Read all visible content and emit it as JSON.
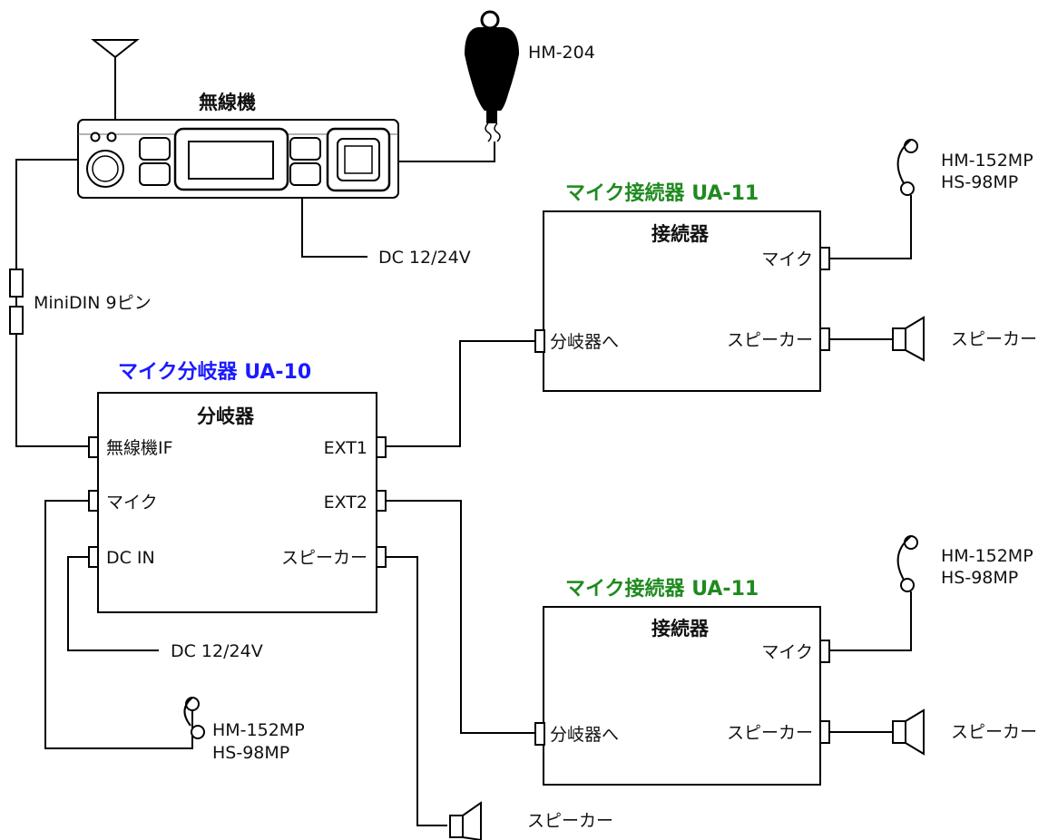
{
  "radio": {
    "title": "無線機",
    "mic_model": "HM-204",
    "power": "DC 12/24V",
    "cable": "MiniDIN 9ピン"
  },
  "splitter": {
    "title": "マイク分岐器 UA-10",
    "title_color": "#1a1aff",
    "box_label": "分岐器",
    "ports": {
      "radio_if": "無線機IF",
      "mic": "マイク",
      "dc_in": "DC IN",
      "ext1": "EXT1",
      "ext2": "EXT2",
      "speaker": "スピーカー"
    },
    "power": "DC 12/24V",
    "mic_model_1": "HM-152MP",
    "mic_model_2": "HS-98MP",
    "speaker_label": "スピーカー"
  },
  "connectors": [
    {
      "title": "マイク接続器 UA-11",
      "title_color": "#1f8a1f",
      "box_label": "接続器",
      "port_mic": "マイク",
      "port_speaker": "スピーカー",
      "port_splitter": "分岐器へ",
      "mic_model_1": "HM-152MP",
      "mic_model_2": "HS-98MP",
      "speaker_label": "スピーカー"
    },
    {
      "title": "マイク接続器 UA-11",
      "title_color": "#1f8a1f",
      "box_label": "接続器",
      "port_mic": "マイク",
      "port_speaker": "スピーカー",
      "port_splitter": "分岐器へ",
      "mic_model_1": "HM-152MP",
      "mic_model_2": "HS-98MP",
      "speaker_label": "スピーカー"
    }
  ],
  "icons": {
    "antenna": "antenna-icon",
    "radio": "radio-unit-icon",
    "hand_mic": "hand-microphone-icon",
    "headset_mic": "headset-microphone-icon",
    "speaker": "speaker-icon"
  }
}
